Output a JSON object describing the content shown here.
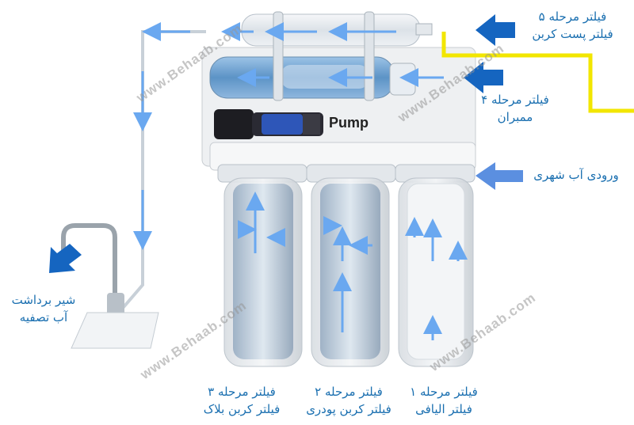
{
  "labels": {
    "stage5": {
      "line1": "فیلتر مرحله ۵",
      "line2": "فیلتر پست کربن"
    },
    "stage4": {
      "line1": "فیلتر مرحله ۴",
      "line2": "ممبران"
    },
    "city_water": "ورودی آب شهری",
    "faucet": {
      "line1": "شیر برداشت",
      "line2": "آب تصفیه"
    },
    "stage3": {
      "line1": "فیلتر مرحله ۳",
      "line2": "فیلتر کربن بلاک"
    },
    "stage2": {
      "line1": "فیلتر مرحله ۲",
      "line2": "فیلتر کربن پودری"
    },
    "stage1": {
      "line1": "فیلتر مرحله ۱",
      "line2": "فیلتر الیافی"
    },
    "pump": "Pump"
  },
  "watermark": "www.Behaab.com",
  "colors": {
    "label": "#1a6fb0",
    "arrow_dark": "#1565c0",
    "arrow_light": "#6aa8f0",
    "yellow_pipe": "#f2e600"
  }
}
